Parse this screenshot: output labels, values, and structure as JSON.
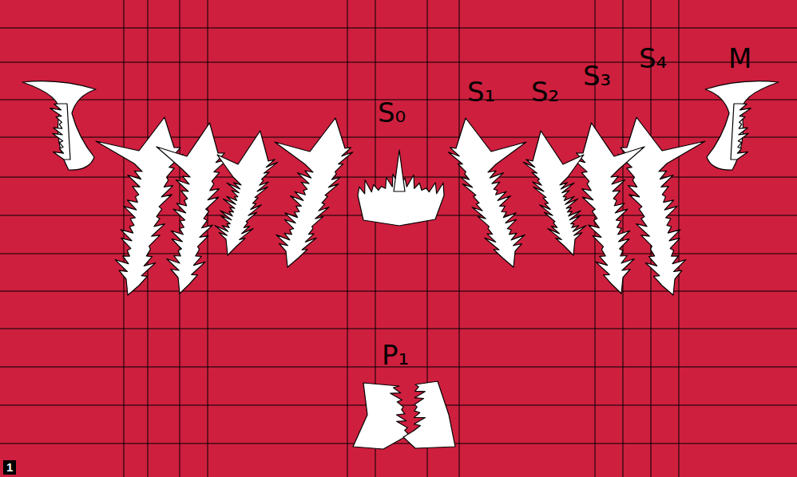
{
  "diagram": {
    "labels": [
      "S₀",
      "S₁",
      "S₂",
      "S₃",
      "S₄",
      "M",
      "P₁",
      "1"
    ]
  }
}
